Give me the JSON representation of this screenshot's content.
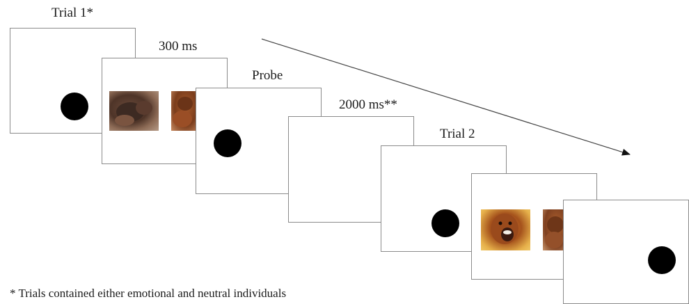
{
  "labels": {
    "trial1": "Trial 1*",
    "stim1": "300 ms",
    "probe": "Probe",
    "iti": "2000 ms**",
    "trial2": "Trial 2"
  },
  "footnote": "* Trials contained either emotional and neutral individuals",
  "colors": {
    "frame_border": "#8a8a8a",
    "dot": "#000000",
    "arrow": "#444444"
  }
}
